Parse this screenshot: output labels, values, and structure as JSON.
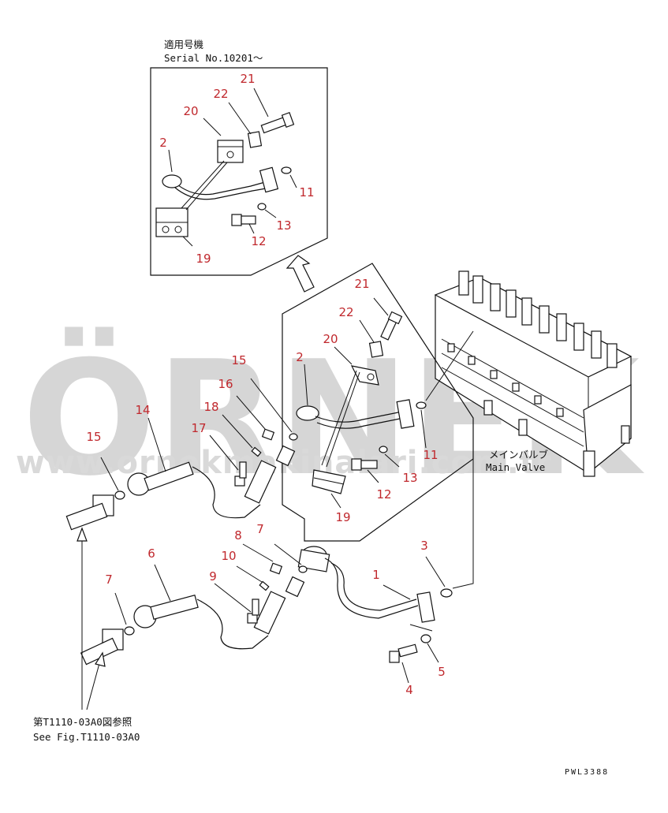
{
  "header": {
    "applicable_model": "適用号機",
    "serial": "Serial No.10201～"
  },
  "valve": {
    "label_jp": "メインバルブ",
    "label_en": "Main Valve"
  },
  "reference": {
    "jp": "第T1110-03A0図参照",
    "en": "See Fig.T1110-03A0"
  },
  "drawing_code": "PWL3388",
  "watermark": {
    "brand": "ÖRNEK",
    "site": "www.ornekmakinalari.com.tr"
  },
  "colors": {
    "part_number": "#c0282d",
    "watermark": "#d6d6d6",
    "watermark_accent": "#f0d270"
  },
  "inset_parts": [
    "21",
    "22",
    "20",
    "2",
    "11",
    "13",
    "12",
    "19"
  ],
  "middle_parts": [
    "21",
    "22",
    "20",
    "2",
    "15",
    "16",
    "18",
    "17",
    "14",
    "11",
    "13",
    "12",
    "19"
  ],
  "lower_parts": [
    "15",
    "7",
    "6",
    "8",
    "10",
    "9",
    "7",
    "3",
    "1",
    "5",
    "4"
  ]
}
